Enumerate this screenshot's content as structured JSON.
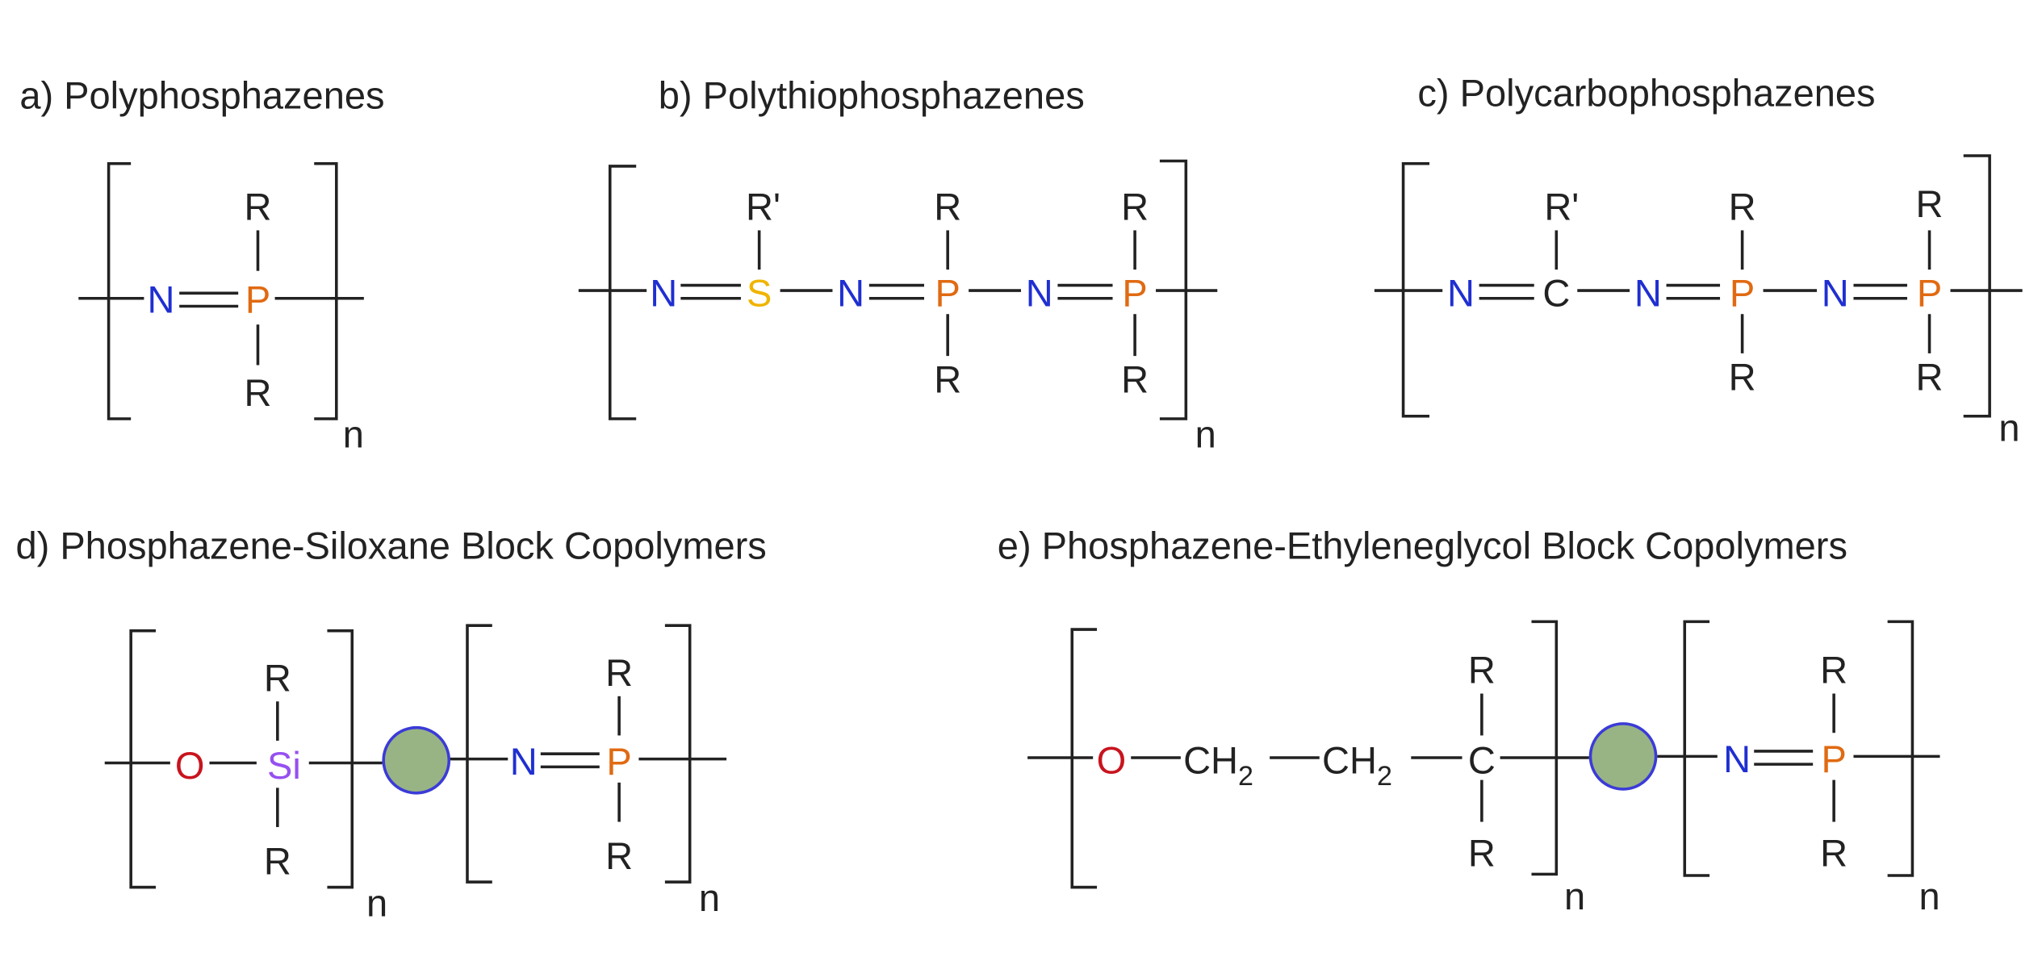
{
  "titles": {
    "a": "a) Polyphosphazenes",
    "b": "b) Polythiophosphazenes",
    "c": "c) Polycarbophosphazenes",
    "d": "d) Phosphazene-Siloxane Block Copolymers",
    "e": "e) Phosphazene-Ethyleneglycol Block Copolymers"
  },
  "symbols": {
    "N": "N",
    "P": "P",
    "S": "S",
    "C": "C",
    "O": "O",
    "Si": "Si",
    "R": "R",
    "R_prime": "R'",
    "CH": "CH",
    "sub2": "2",
    "n": "n"
  },
  "colors": {
    "N": "#1f2fd1",
    "P": "#e06a12",
    "S": "#f0b400",
    "O": "#c8141e",
    "Si": "#9650f0",
    "bond": "#222222",
    "block_circle_fill": "#98b484",
    "block_circle_stroke": "#3b3bd8"
  }
}
